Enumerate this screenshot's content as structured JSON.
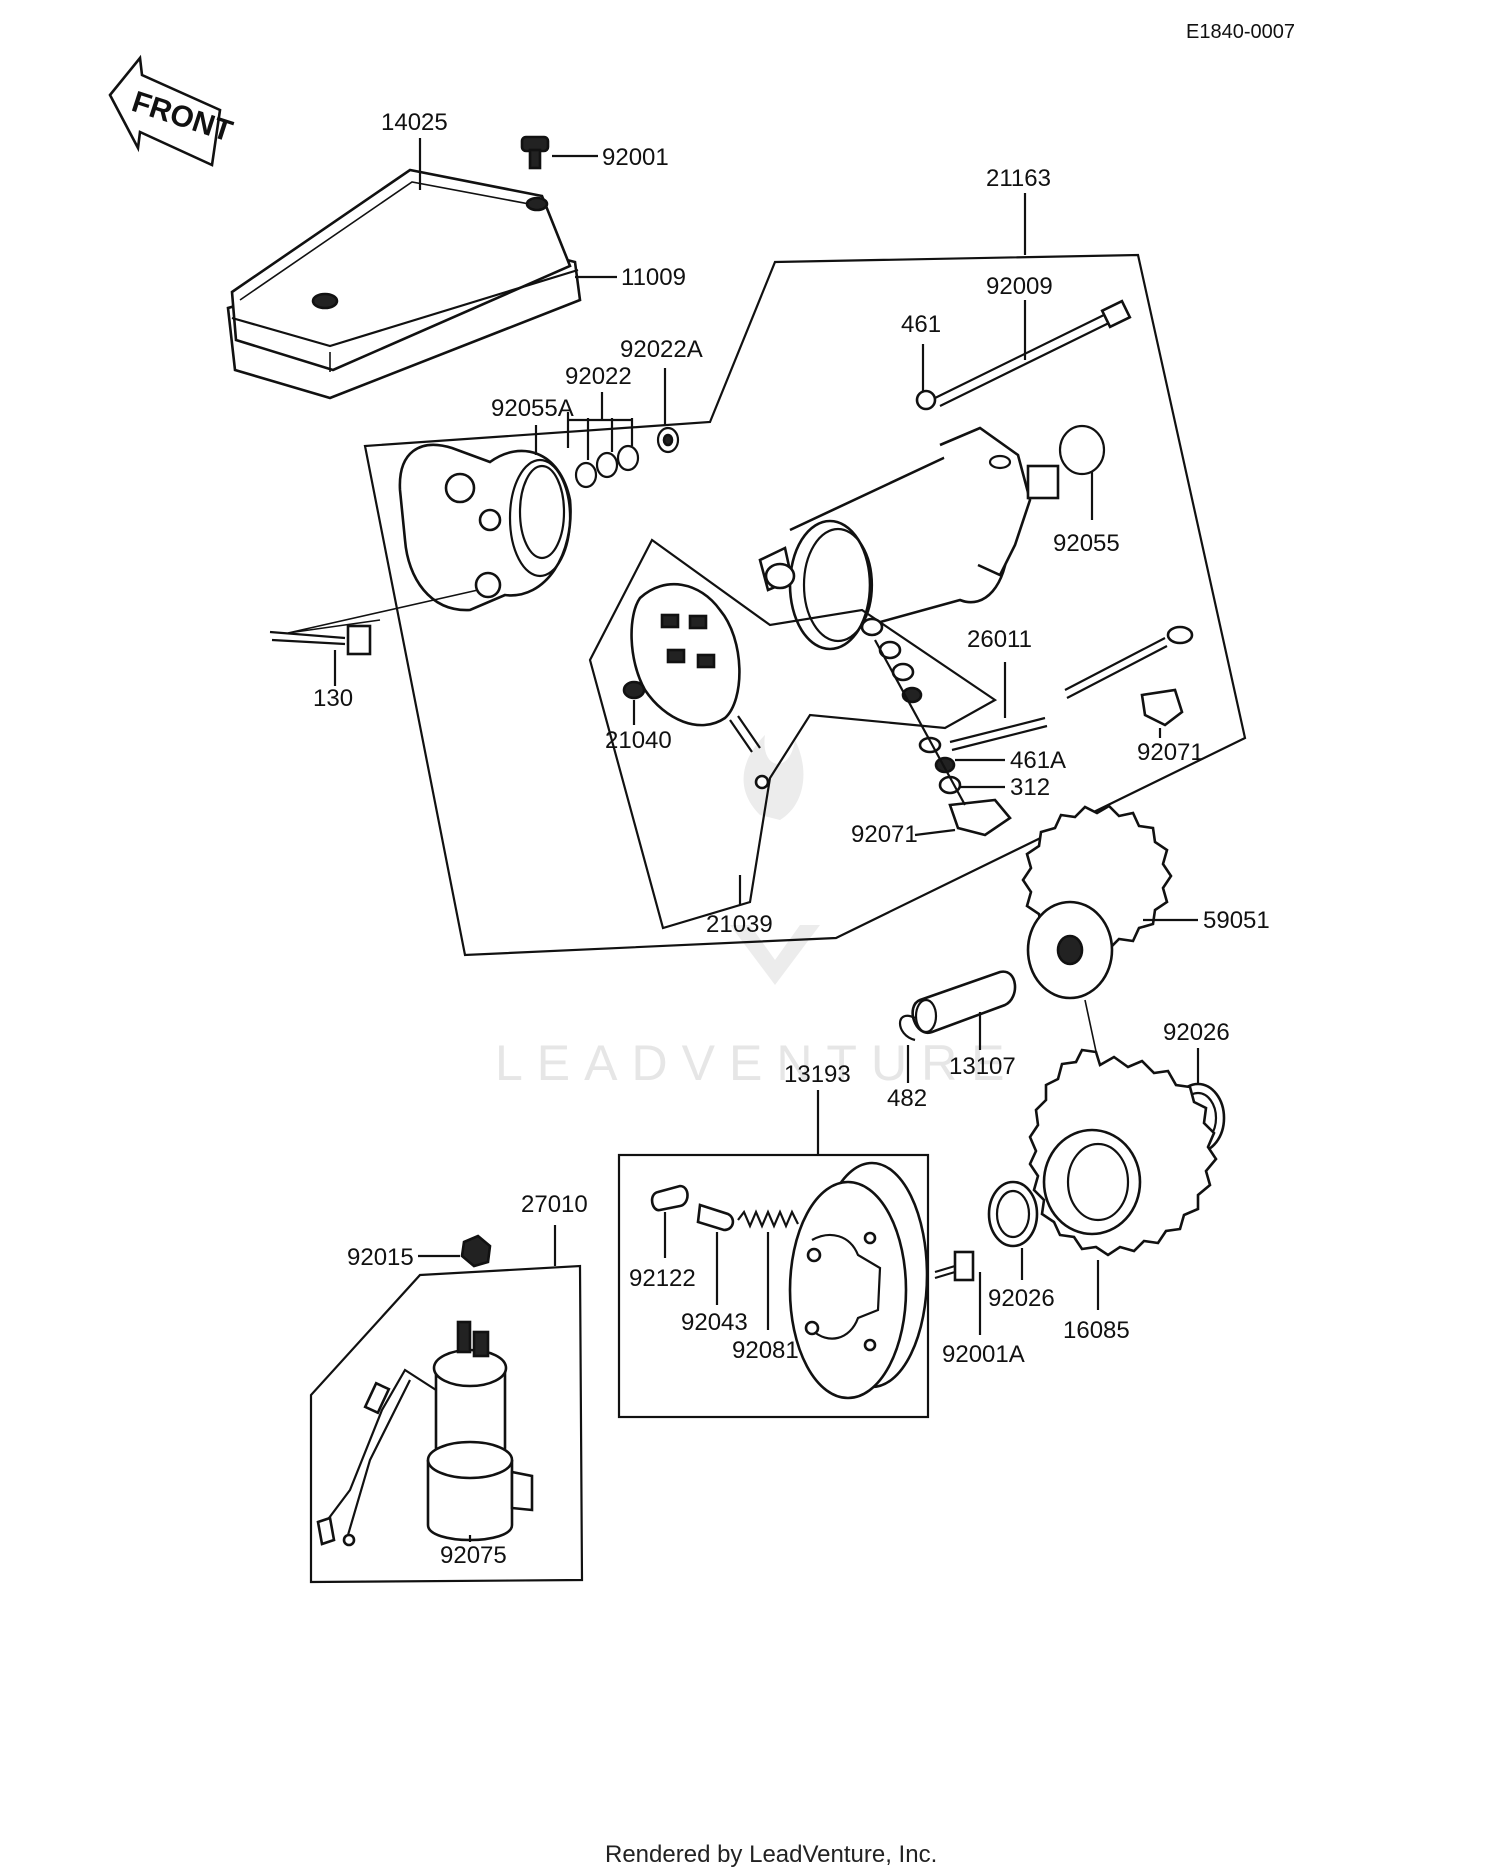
{
  "diagram_code": "E1840-0007",
  "direction_label": "FRONT",
  "watermark": "LEADVENTURE",
  "footer": "Rendered by LeadVenture, Inc.",
  "parts": {
    "p14025": "14025",
    "p92001": "92001",
    "p11009": "11009",
    "p21163": "21163",
    "p92009": "92009",
    "p461": "461",
    "p92022A": "92022A",
    "p92022": "92022",
    "p92055A": "92055A",
    "p92055": "92055",
    "p130": "130",
    "p21040": "21040",
    "p26011": "26011",
    "p92071a": "92071",
    "p461A": "461A",
    "p312": "312",
    "p92071b": "92071",
    "p21039": "21039",
    "p59051": "59051",
    "p92026a": "92026",
    "p13107": "13107",
    "p482": "482",
    "p13193": "13193",
    "p27010": "27010",
    "p92015": "92015",
    "p92122": "92122",
    "p92043": "92043",
    "p92081": "92081",
    "p92001A": "92001A",
    "p92026b": "92026",
    "p16085": "16085",
    "p92075": "92075"
  }
}
